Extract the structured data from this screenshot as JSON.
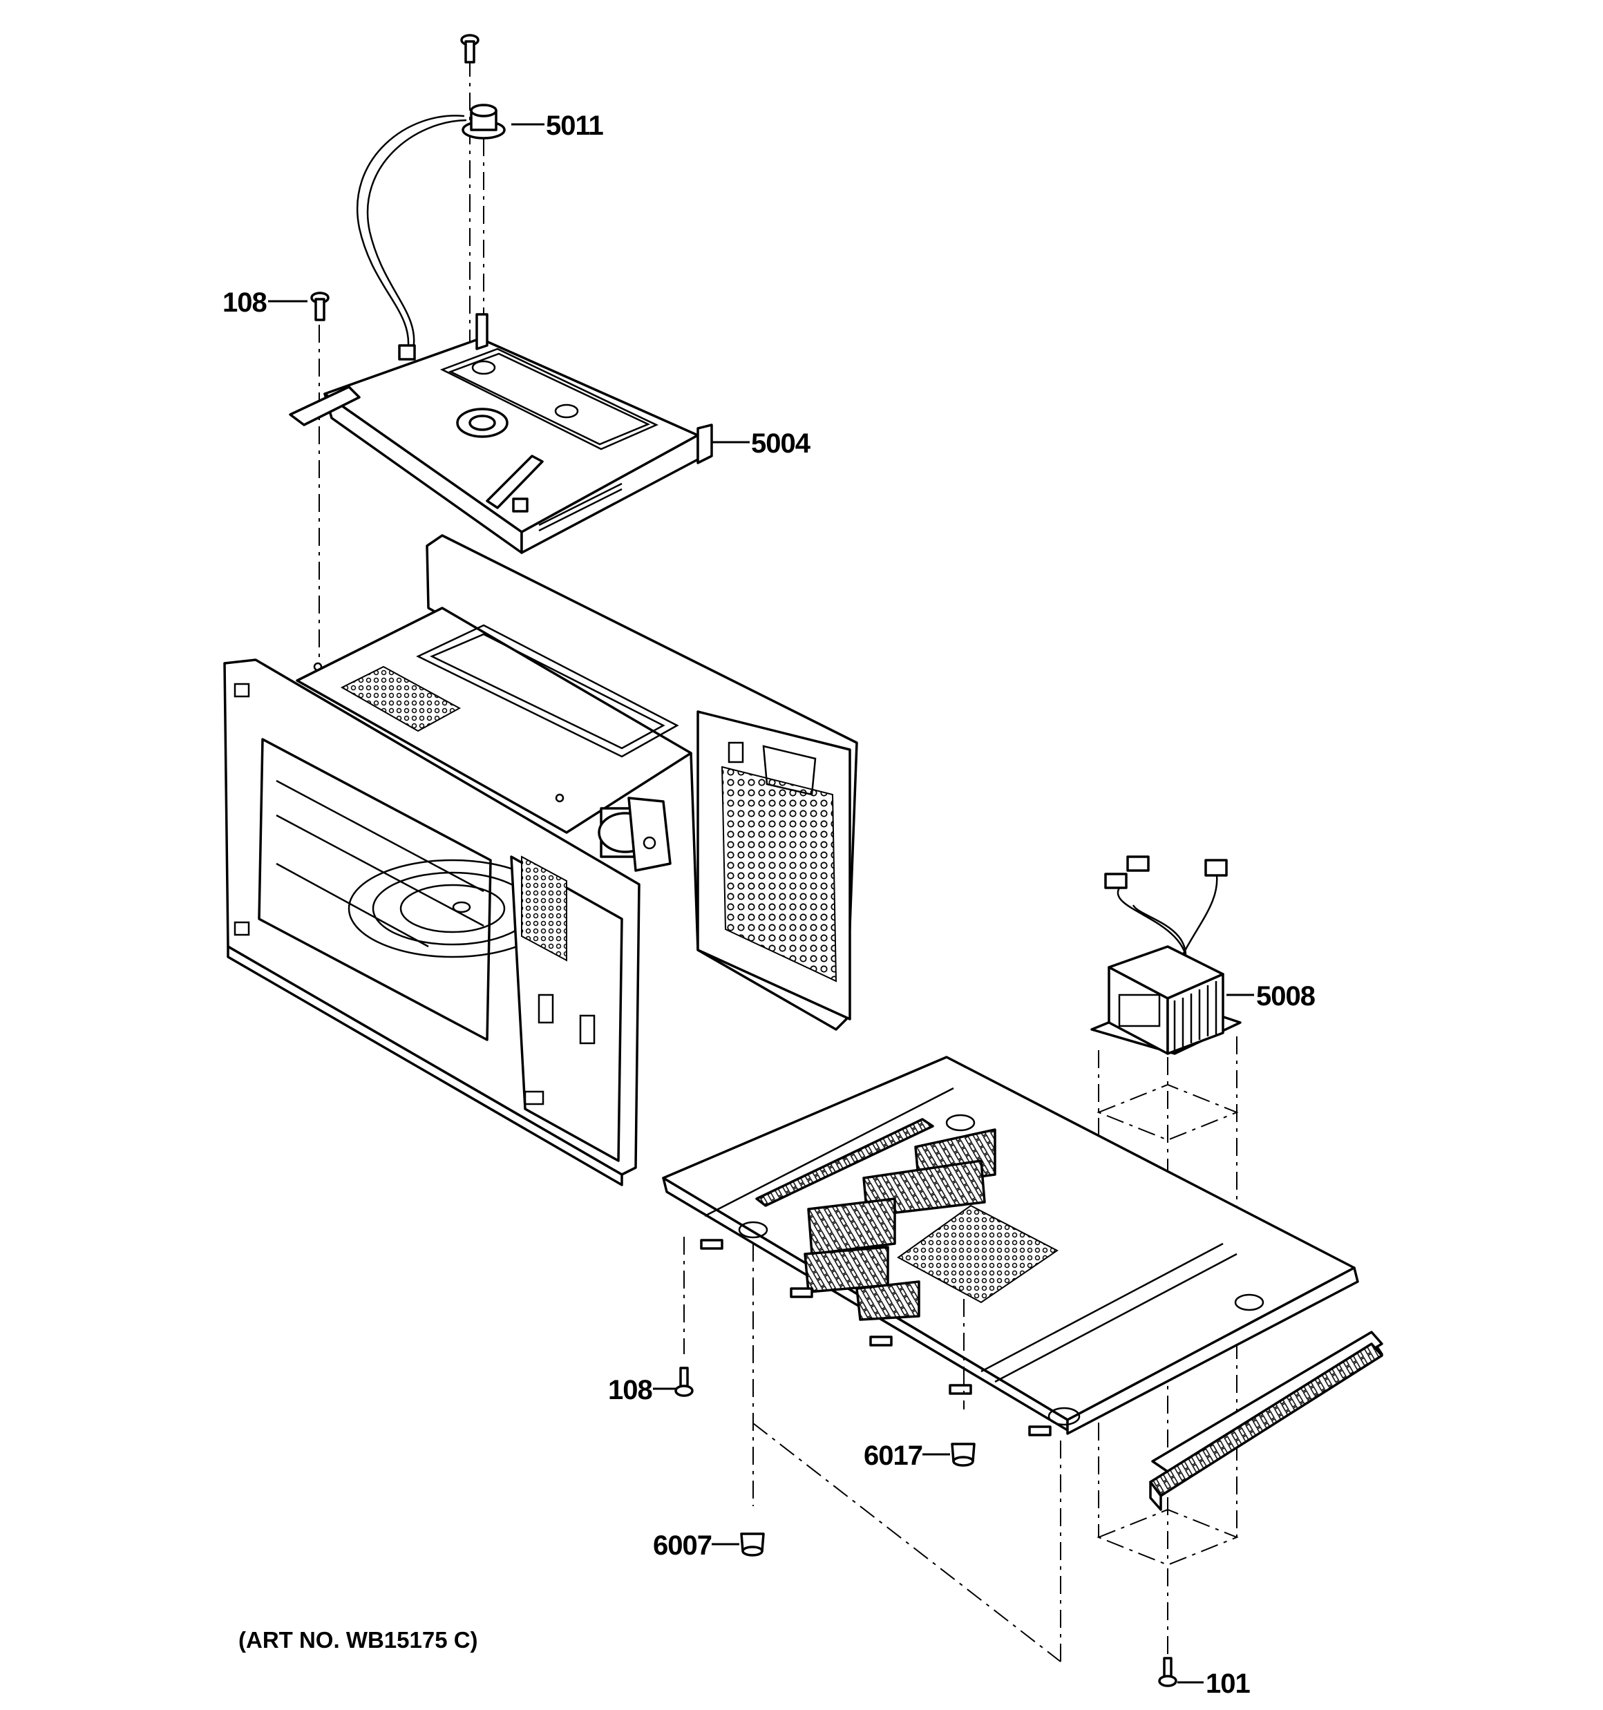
{
  "parts": [
    {
      "id": "5011",
      "label": "5011",
      "name": "thermal cutout"
    },
    {
      "id": "108-top",
      "label": "108",
      "name": "screw"
    },
    {
      "id": "5004",
      "label": "5004",
      "name": "top cover plate"
    },
    {
      "id": "5008",
      "label": "5008",
      "name": "transformer"
    },
    {
      "id": "108-bottom",
      "label": "108",
      "name": "screw"
    },
    {
      "id": "6017",
      "label": "6017",
      "name": "foot"
    },
    {
      "id": "6007",
      "label": "6007",
      "name": "foot"
    },
    {
      "id": "101",
      "label": "101",
      "name": "screw"
    }
  ],
  "caption": "(ART NO. WB15175 C)"
}
